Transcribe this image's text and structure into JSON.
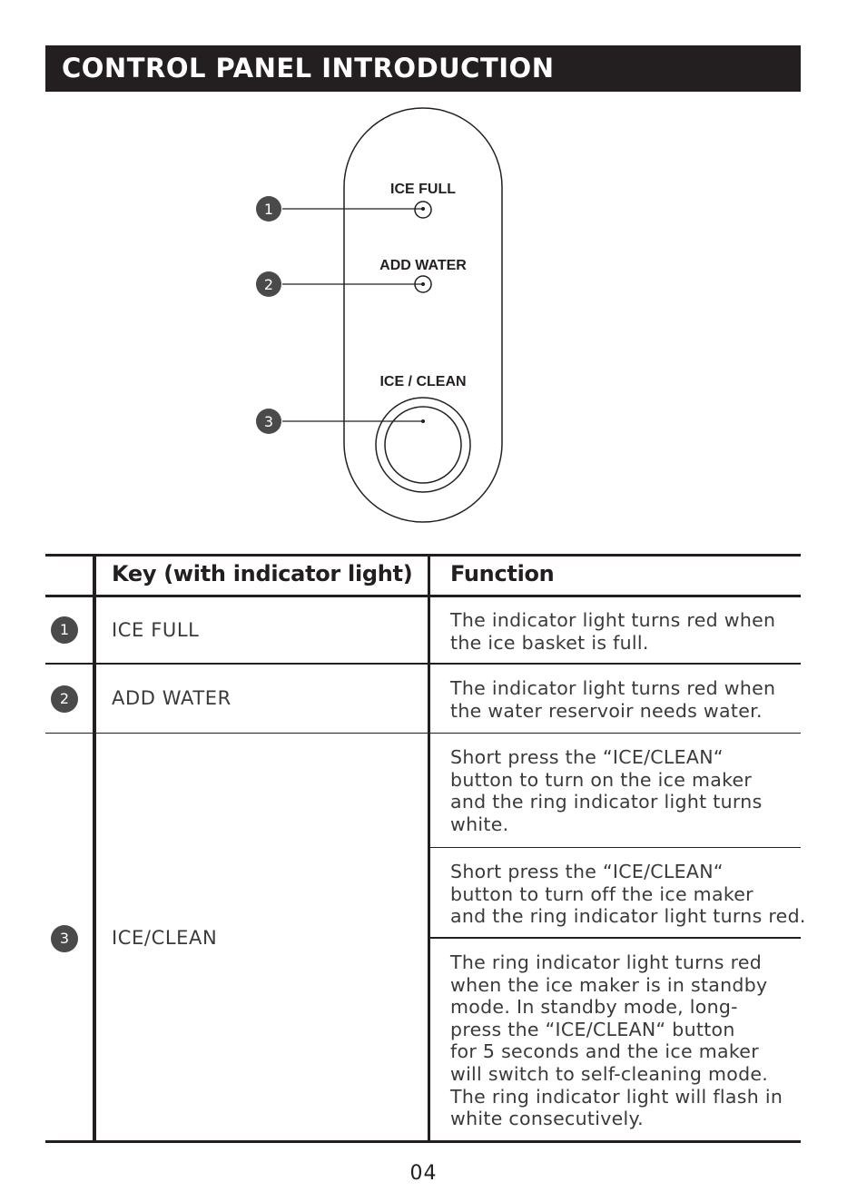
{
  "title": "CONTROL PANEL INTRODUCTION",
  "diagram": {
    "labels": [
      "ICE FULL",
      "ADD WATER",
      "ICE / CLEAN"
    ],
    "callouts": [
      "1",
      "2",
      "3"
    ]
  },
  "table": {
    "headers": {
      "key": "Key (with indicator light)",
      "function": "Function"
    },
    "rows": [
      {
        "num": "1",
        "key": "ICE FULL",
        "functions": [
          "The indicator light turns red when\nthe ice basket is full."
        ]
      },
      {
        "num": "2",
        "key": "ADD WATER",
        "functions": [
          "The indicator light turns red when\nthe water reservoir needs water."
        ]
      },
      {
        "num": "3",
        "key": "ICE/CLEAN",
        "functions": [
          "Short press the “ICE/CLEAN“\nbutton to turn on the ice maker\nand the ring indicator light turns\nwhite.",
          "Short press the “ICE/CLEAN“\nbutton to turn off the ice maker\nand the ring indicator light turns red.",
          "The ring indicator light turns red\nwhen the ice maker is in standby\nmode. In standby mode, long-\npress the “ICE/CLEAN“ button\nfor 5 seconds and the ice maker\nwill switch to self-cleaning mode.\nThe ring indicator light will flash in\nwhite consecutively."
        ]
      }
    ]
  },
  "page_number": "04"
}
